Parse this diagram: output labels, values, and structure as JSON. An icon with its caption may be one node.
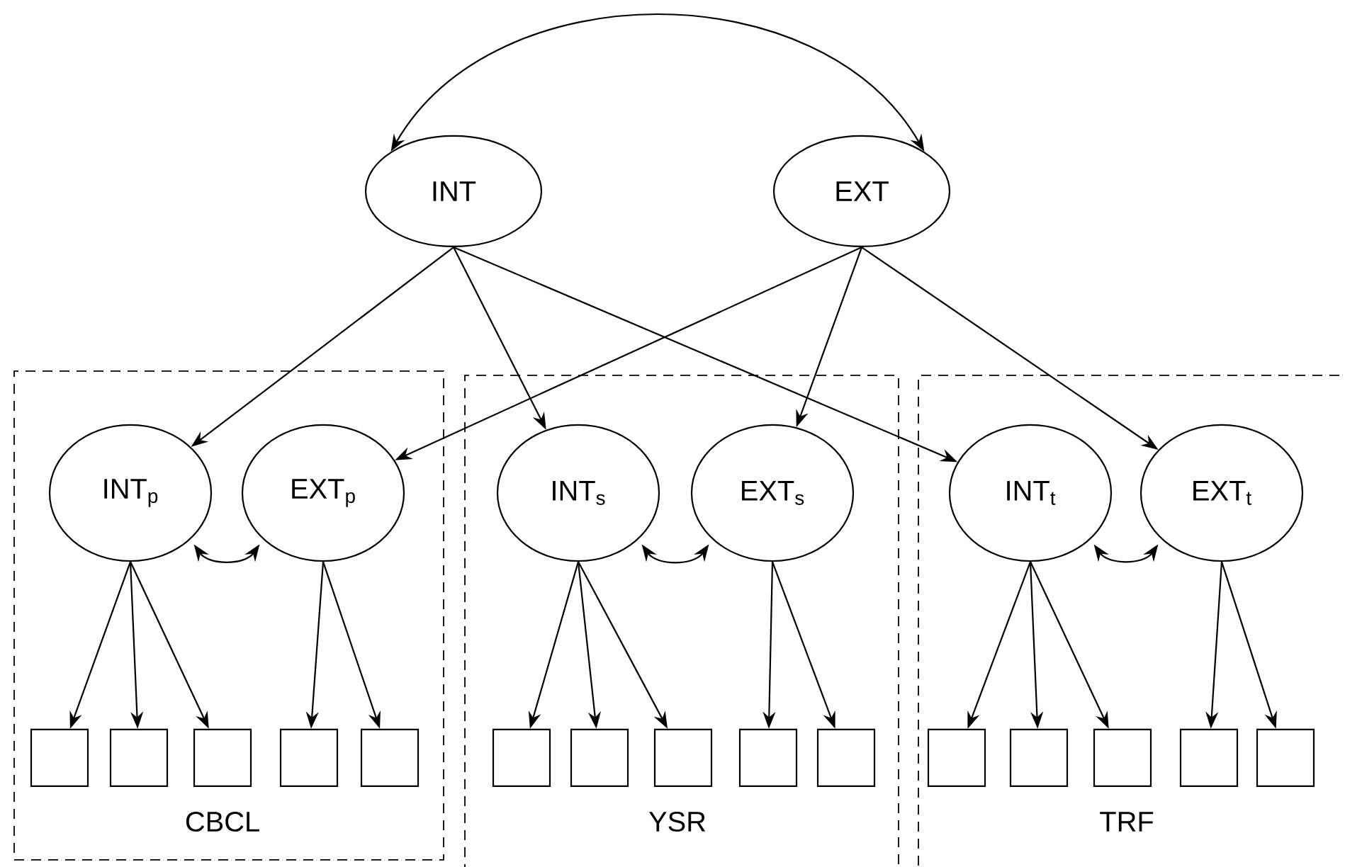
{
  "diagram": {
    "nodes": [
      {
        "text": [
          "INT"
        ]
      },
      {
        "text": [
          "EXT"
        ]
      },
      {
        "text": [
          "CBCL"
        ]
      },
      {
        "text": [
          "INT$_{p}$"
        ],
        "in": 2
      },
      {
        "text": [
          "EXT$_{p}$"
        ],
        "in": 2
      },
      {
        "text": [],
        "shape": "box",
        "in": 2
      },
      {
        "text": [],
        "shape": "box",
        "in": 2
      },
      {
        "text": [],
        "shape": "box",
        "in": 2
      },
      {
        "text": [],
        "shape": "box",
        "in": 2
      },
      {
        "text": [],
        "shape": "box",
        "in": 2
      },
      {
        "text": [
          "YSR"
        ]
      },
      {
        "text": [
          "INT$_{s}$"
        ],
        "in": 10
      },
      {
        "text": [
          "EXT$_{s}$"
        ],
        "in": 10
      },
      {
        "text": [],
        "shape": "box",
        "in": 10
      },
      {
        "text": [],
        "shape": "box",
        "in": 10
      },
      {
        "text": [],
        "shape": "box",
        "in": 10
      },
      {
        "text": [],
        "shape": "box",
        "in": 10
      },
      {
        "text": [],
        "shape": "box",
        "in": 10
      },
      {
        "text": [
          "TRF"
        ]
      },
      {
        "text": [
          "INT$_{t}$"
        ],
        "in": 18
      },
      {
        "text": [
          "EXT$_{t}$"
        ],
        "in": 18
      },
      {
        "text": [],
        "shape": "box",
        "in": 18
      },
      {
        "text": [],
        "shape": "box",
        "in": 18
      },
      {
        "text": [],
        "shape": "box",
        "in": 18
      },
      {
        "text": [],
        "shape": "box",
        "in": 18
      },
      {
        "text": [],
        "shape": "box",
        "in": 18
      }
    ],
    "edges": [
      {
        "from": 0,
        "to": 1,
        "arrow": "both"
      },
      {
        "from": 0,
        "to": 3,
        "arrow": "to"
      },
      {
        "from": 0,
        "to": 11,
        "arrow": "to"
      },
      {
        "from": 0,
        "to": 19,
        "arrow": "to"
      },
      {
        "from": 1,
        "to": 4,
        "arrow": "to"
      },
      {
        "from": 1,
        "to": 12,
        "arrow": "to"
      },
      {
        "from": 1,
        "to": 20,
        "arrow": "to"
      },
      {
        "from": 3,
        "to": 4,
        "arrow": "both"
      },
      {
        "from": 3,
        "to": 5,
        "arrow": "to"
      },
      {
        "from": 3,
        "to": 6,
        "arrow": "to"
      },
      {
        "from": 3,
        "to": 7,
        "arrow": "to"
      },
      {
        "from": 4,
        "to": 8,
        "arrow": "to"
      },
      {
        "from": 4,
        "to": 9,
        "arrow": "to"
      },
      {
        "from": 11,
        "to": 12,
        "arrow": "both"
      },
      {
        "from": 11,
        "to": 13,
        "arrow": "to"
      },
      {
        "from": 11,
        "to": 14,
        "arrow": "to"
      },
      {
        "from": 11,
        "to": 15,
        "arrow": "to"
      },
      {
        "from": 12,
        "to": 16,
        "arrow": "to"
      },
      {
        "from": 12,
        "to": 17,
        "arrow": "to"
      },
      {
        "from": 19,
        "to": 20,
        "arrow": "both"
      },
      {
        "from": 19,
        "to": 21,
        "arrow": "to"
      },
      {
        "from": 19,
        "to": 22,
        "arrow": "to"
      },
      {
        "from": 19,
        "to": 23,
        "arrow": "to"
      },
      {
        "from": 20,
        "to": 24,
        "arrow": "to"
      },
      {
        "from": 20,
        "to": 25,
        "arrow": "to"
      }
    ]
  }
}
